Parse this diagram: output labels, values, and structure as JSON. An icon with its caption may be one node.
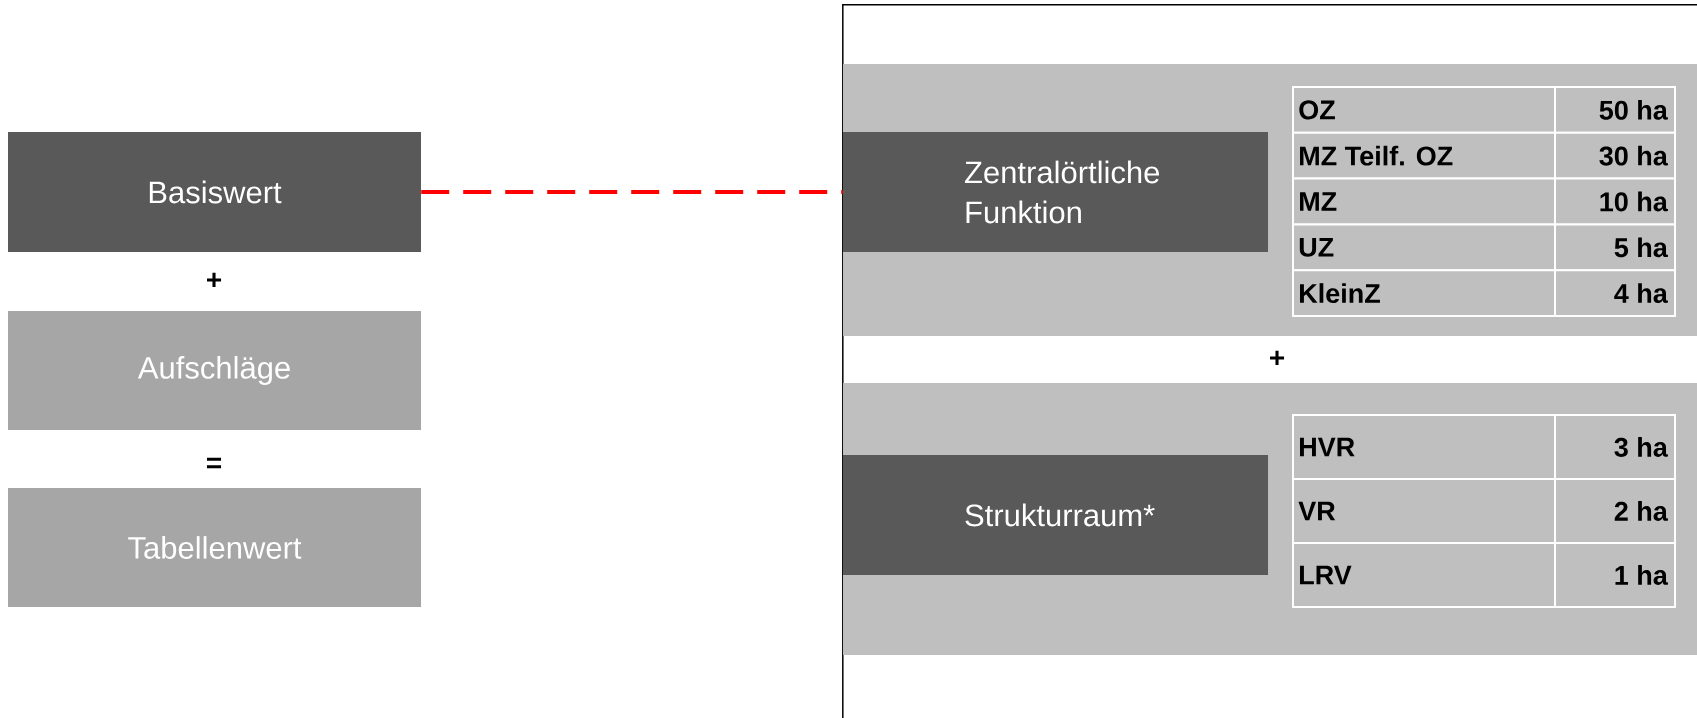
{
  "diagram": {
    "nodes": [
      {
        "text": [
          "Basiswert"
        ]
      },
      {
        "text": [
          "Aufschläge"
        ]
      },
      {
        "text": [
          "Tabellenwert"
        ]
      },
      {
        "text": [],
        "shape": "box"
      },
      {
        "text": [],
        "shape": "box",
        "in": 3
      },
      {
        "text": [
          "Zentralörtliche Funktion"
        ],
        "in": 4
      },
      {
        "text": [],
        "shape": "box",
        "in": 3
      },
      {
        "text": [
          "Strukturraum*"
        ],
        "in": 6
      }
    ],
    "edges": [
      {
        "from": 0,
        "to": 5,
        "arrow": "none",
        "style": "dashed",
        "color": "#ff0000"
      }
    ],
    "labels": [
      "+",
      "=",
      "OZ",
      "50 ha",
      "MZ Teilf. OZ",
      "30 ha",
      "MZ",
      "10 ha",
      "UZ",
      "5 ha",
      "KleinZ",
      "4 ha",
      "+",
      "HVR",
      "3 ha",
      "VR",
      "2 ha",
      "LRV",
      "1 ha"
    ]
  }
}
